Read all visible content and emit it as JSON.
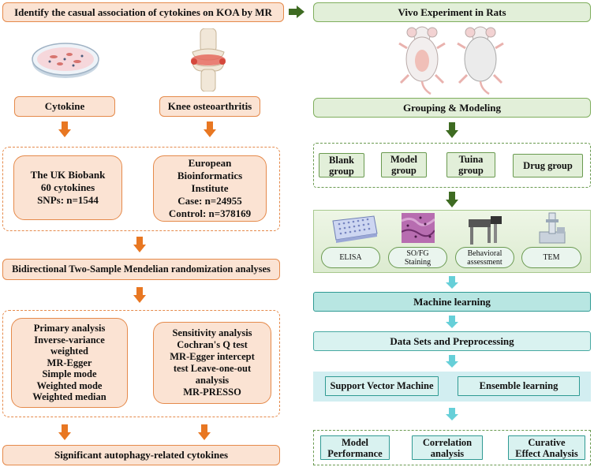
{
  "left": {
    "title": "Identify the casual association of cytokines on KOA by MR",
    "cytokine_label": "Cytokine",
    "koa_label": "Knee osteoarthritis",
    "uk_biobank": [
      "The UK Biobank",
      "60 cytokines",
      "SNPs: n=1544"
    ],
    "ebi": [
      "European",
      "Bioinformatics",
      "Institute",
      "Case: n=24955",
      "Control: n=378169"
    ],
    "mr_analysis": "Bidirectional Two-Sample Mendelian randomization analyses",
    "primary": [
      "Primary analysis",
      "Inverse-variance",
      "weighted",
      "MR-Egger",
      "Simple mode",
      "Weighted mode",
      "Weighted median"
    ],
    "sensitivity": [
      "Sensitivity analysis",
      "Cochran's Q test",
      "MR-Egger intercept",
      "test  Leave-one-out",
      "analysis",
      "MR-PRESSO"
    ],
    "result": "Significant autophagy-related cytokines"
  },
  "right": {
    "title": "Vivo Experiment in Rats",
    "grouping": "Grouping & Modeling",
    "groups": [
      [
        "Blank",
        "group"
      ],
      [
        "Model",
        "group"
      ],
      [
        "Tuina",
        "group"
      ],
      [
        "Drug group"
      ]
    ],
    "assays": [
      [
        "ELISA"
      ],
      [
        "SO/FG",
        "Staining"
      ],
      [
        "Behavioral",
        "assessment"
      ],
      [
        "TEM"
      ]
    ],
    "machine_learning": "Machine learning",
    "data_sets": "Data Sets and Preprocessing",
    "svm": "Support Vector Machine",
    "ensemble": "Ensemble learning",
    "outputs": [
      [
        "Model",
        "Performance"
      ],
      [
        "Correlation",
        "analysis"
      ],
      [
        "Curative",
        "Effect Analysis"
      ]
    ]
  },
  "colors": {
    "orange_border": "#e58a4b",
    "orange_fill": "#fbe3d3",
    "green_border": "#7fae5d",
    "green_fill": "#e2efd9",
    "teal_fill": "#b8e6e2",
    "teal_border": "#2f9a93",
    "arrow_orange": "#e87722",
    "arrow_green": "#3e6b22",
    "arrow_teal": "#66cfd8"
  },
  "icons": [
    "petri-dish-icon",
    "knee-joint-icon",
    "rat-icon",
    "elisa-plate-icon",
    "histology-stain-icon",
    "behavior-apparatus-icon",
    "electron-microscope-icon"
  ]
}
